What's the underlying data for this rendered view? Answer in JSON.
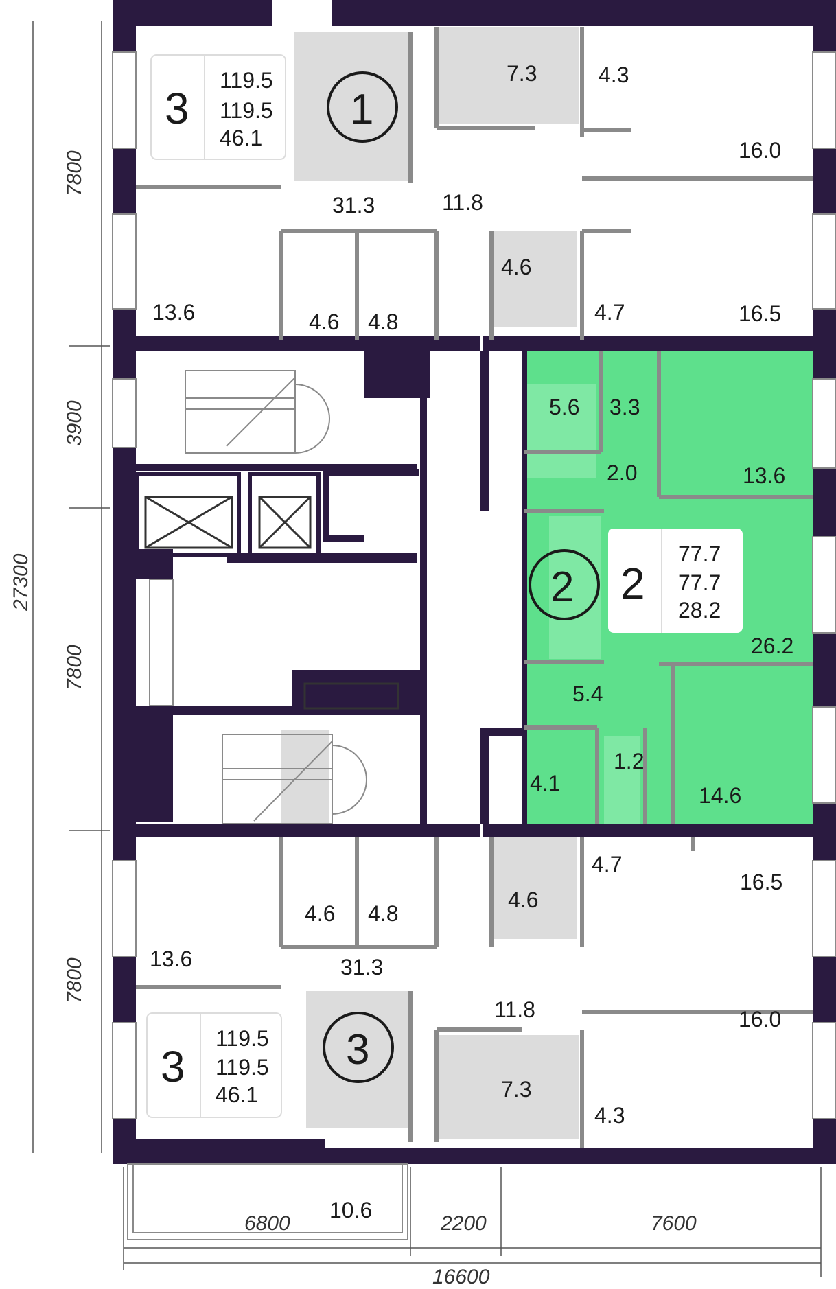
{
  "dimensions": {
    "left": [
      "7800",
      "3900",
      "27300",
      "7800",
      "7800"
    ],
    "bottom": [
      "6800",
      "2200",
      "7600",
      "16600"
    ]
  },
  "apartments": [
    {
      "marker": "1",
      "rooms": "3",
      "total": "119.5",
      "living_total": "119.5",
      "living": "46.1",
      "highlight": false
    },
    {
      "marker": "2",
      "rooms": "2",
      "total": "77.7",
      "living_total": "77.7",
      "living": "28.2",
      "highlight": true,
      "highlight_color": "#5ee08c"
    },
    {
      "marker": "3",
      "rooms": "3",
      "total": "119.5",
      "living_total": "119.5",
      "living": "46.1",
      "highlight": false
    }
  ],
  "room_areas": {
    "a1_bath": "7.3",
    "a1_wc": "4.3",
    "a1_bed_top": "16.0",
    "a1_living": "31.3",
    "a1_hall": "11.8",
    "a1_bed_left": "13.6",
    "a1_closet1": "4.6",
    "a1_closet2": "4.8",
    "a1_shower": "4.6",
    "a1_closet3": "4.7",
    "a1_bed_right": "16.5",
    "a2_bath": "5.6",
    "a2_closet": "3.3",
    "a2_corridor": "2.0",
    "a2_bed1": "13.6",
    "a2_living": "26.2",
    "a2_hall": "5.4",
    "a2_storage": "4.1",
    "a2_wc": "1.2",
    "a2_bed2": "14.6",
    "a3_shower": "4.6",
    "a3_closet3": "4.7",
    "a3_bed_right": "16.5",
    "a3_closet1": "4.6",
    "a3_closet2": "4.8",
    "a3_bed_left": "13.6",
    "a3_living": "31.3",
    "a3_hall": "11.8",
    "a3_bed_bottom": "16.0",
    "a3_bath": "7.3",
    "a3_wc": "4.3",
    "a3_balcony": "10.6"
  },
  "colors": {
    "wall": "#2a1a40",
    "partition": "#8a8a8a",
    "highlight": "#5ee08c",
    "wet_zone": "#dcdcdc"
  }
}
